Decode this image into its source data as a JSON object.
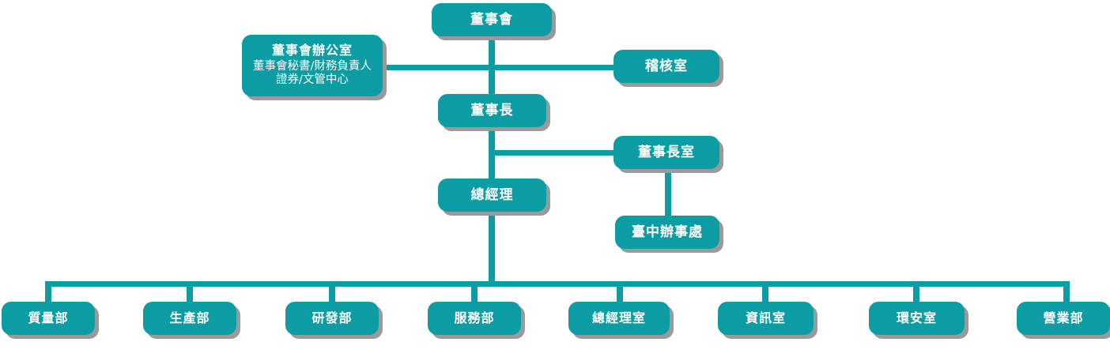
{
  "chart": {
    "type": "org-chart",
    "title": "",
    "accent_color": "#0C9CA4",
    "shadow_color": "#9A9A9A",
    "text_color": "#FFFFFF",
    "background": "#FFFFFF"
  },
  "nodes": {
    "board": {
      "label": "董事會"
    },
    "board_office": {
      "title": "董事會辦公室",
      "line2": "董事會秘書/財務負責人",
      "line3": "證券/文管中心"
    },
    "audit": {
      "label": "稽核室"
    },
    "chairman": {
      "label": "董事長"
    },
    "chairman_office": {
      "label": "董事長室"
    },
    "taichung_office": {
      "label": "臺中辦事處"
    },
    "general_manager": {
      "label": "總經理"
    }
  },
  "departments": [
    {
      "label": "質量部"
    },
    {
      "label": "生產部"
    },
    {
      "label": "研發部"
    },
    {
      "label": "服務部"
    },
    {
      "label": "總經理室"
    },
    {
      "label": "資訊室"
    },
    {
      "label": "環安室"
    },
    {
      "label": "營業部"
    }
  ]
}
